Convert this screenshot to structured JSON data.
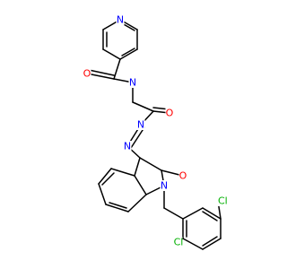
{
  "colors": {
    "background": "#ffffff",
    "bond": "#000000",
    "N": "#0000ff",
    "O": "#ff0000",
    "Cl": "#00b000"
  },
  "atoms": [
    {
      "label": "N",
      "element": "N"
    },
    {
      "label": "O",
      "element": "O"
    },
    {
      "label": "N",
      "element": "N"
    },
    {
      "label": "O",
      "element": "O"
    },
    {
      "label": "N",
      "element": "N"
    },
    {
      "label": "N",
      "element": "N"
    },
    {
      "label": "O",
      "element": "O"
    },
    {
      "label": "N",
      "element": "N"
    },
    {
      "label": "Cl",
      "element": "Cl"
    },
    {
      "label": "Cl",
      "element": "Cl"
    }
  ]
}
